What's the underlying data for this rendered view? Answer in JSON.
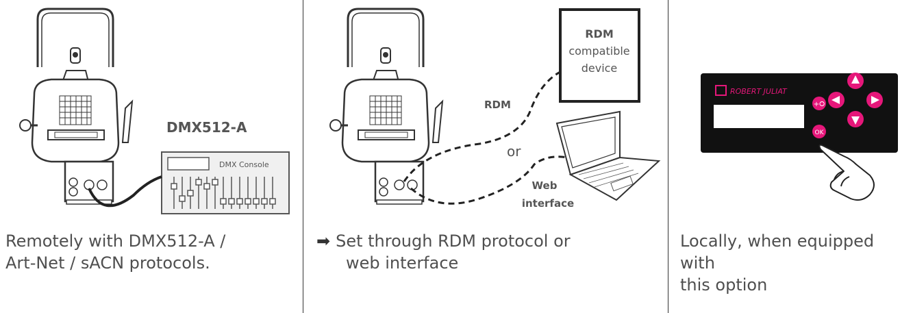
{
  "panel1": {
    "label": "DMX512-A",
    "console_label": "DMX Console",
    "caption_line1": "Remotely with DMX512-A /",
    "caption_line2": "Art-Net / sACN protocols."
  },
  "panel2": {
    "rdm_device_line1": "RDM",
    "rdm_device_line2": "compatible",
    "rdm_device_line3": "device",
    "rdm_label": "RDM",
    "or_label": "or",
    "web_label_line1": "Web",
    "web_label_line2": "interface",
    "arrow_glyph": "➡",
    "caption_line1": "Set through RDM protocol or",
    "caption_line2": "web interface"
  },
  "panel3": {
    "brand": "ROBERT JULIAT",
    "ok_label": "OK",
    "caption_line1": "Locally, when equipped with",
    "caption_line2": "this option"
  },
  "colors": {
    "accent_pink": "#e6177a",
    "panel_black": "#111111"
  }
}
